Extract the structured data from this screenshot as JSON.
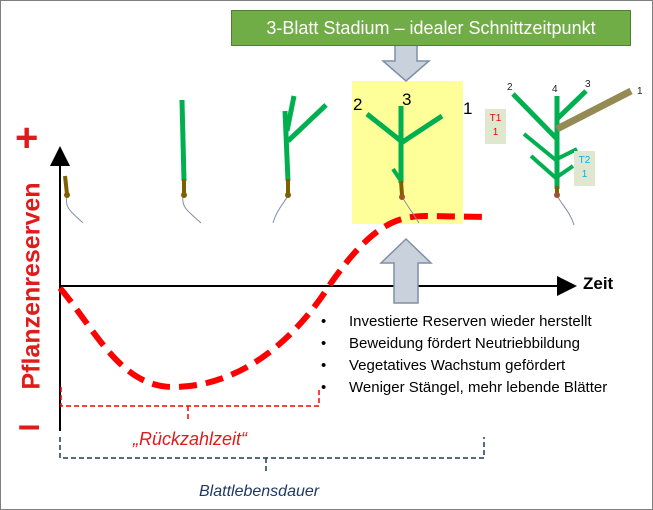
{
  "banner": {
    "text": "3-Blatt Stadium – idealer Schnittzeitpunkt",
    "color": "#70ad47"
  },
  "axes": {
    "y_label": "Pflanzenreserven",
    "y_plus": "+",
    "y_minus": "–",
    "x_label": "Zeit"
  },
  "curve": {
    "style": "dashed",
    "color": "#ff0000"
  },
  "stage_highlight_color": "#ffff99",
  "leaf_numbers": {
    "ideal": [
      "2",
      "3",
      "1"
    ],
    "later": [
      "2",
      "4",
      "3",
      "1"
    ]
  },
  "tillers": [
    {
      "name": "T1",
      "count": "1",
      "color": "#ff0000"
    },
    {
      "name": "T2",
      "count": "1",
      "color": "#00b0f0"
    }
  ],
  "bullets": [
    "Investierte Reserven wieder herstellt",
    "Beweidung fördert Neutriebbildung",
    "Vegetatives Wachstum gefördert",
    "Weniger Stängel, mehr lebende Blätter"
  ],
  "bullet_glyph": "•",
  "bracket_labels": {
    "payback": "„Rückzahlzeit“",
    "leaf_lifespan": "Blattlebensdauer"
  }
}
